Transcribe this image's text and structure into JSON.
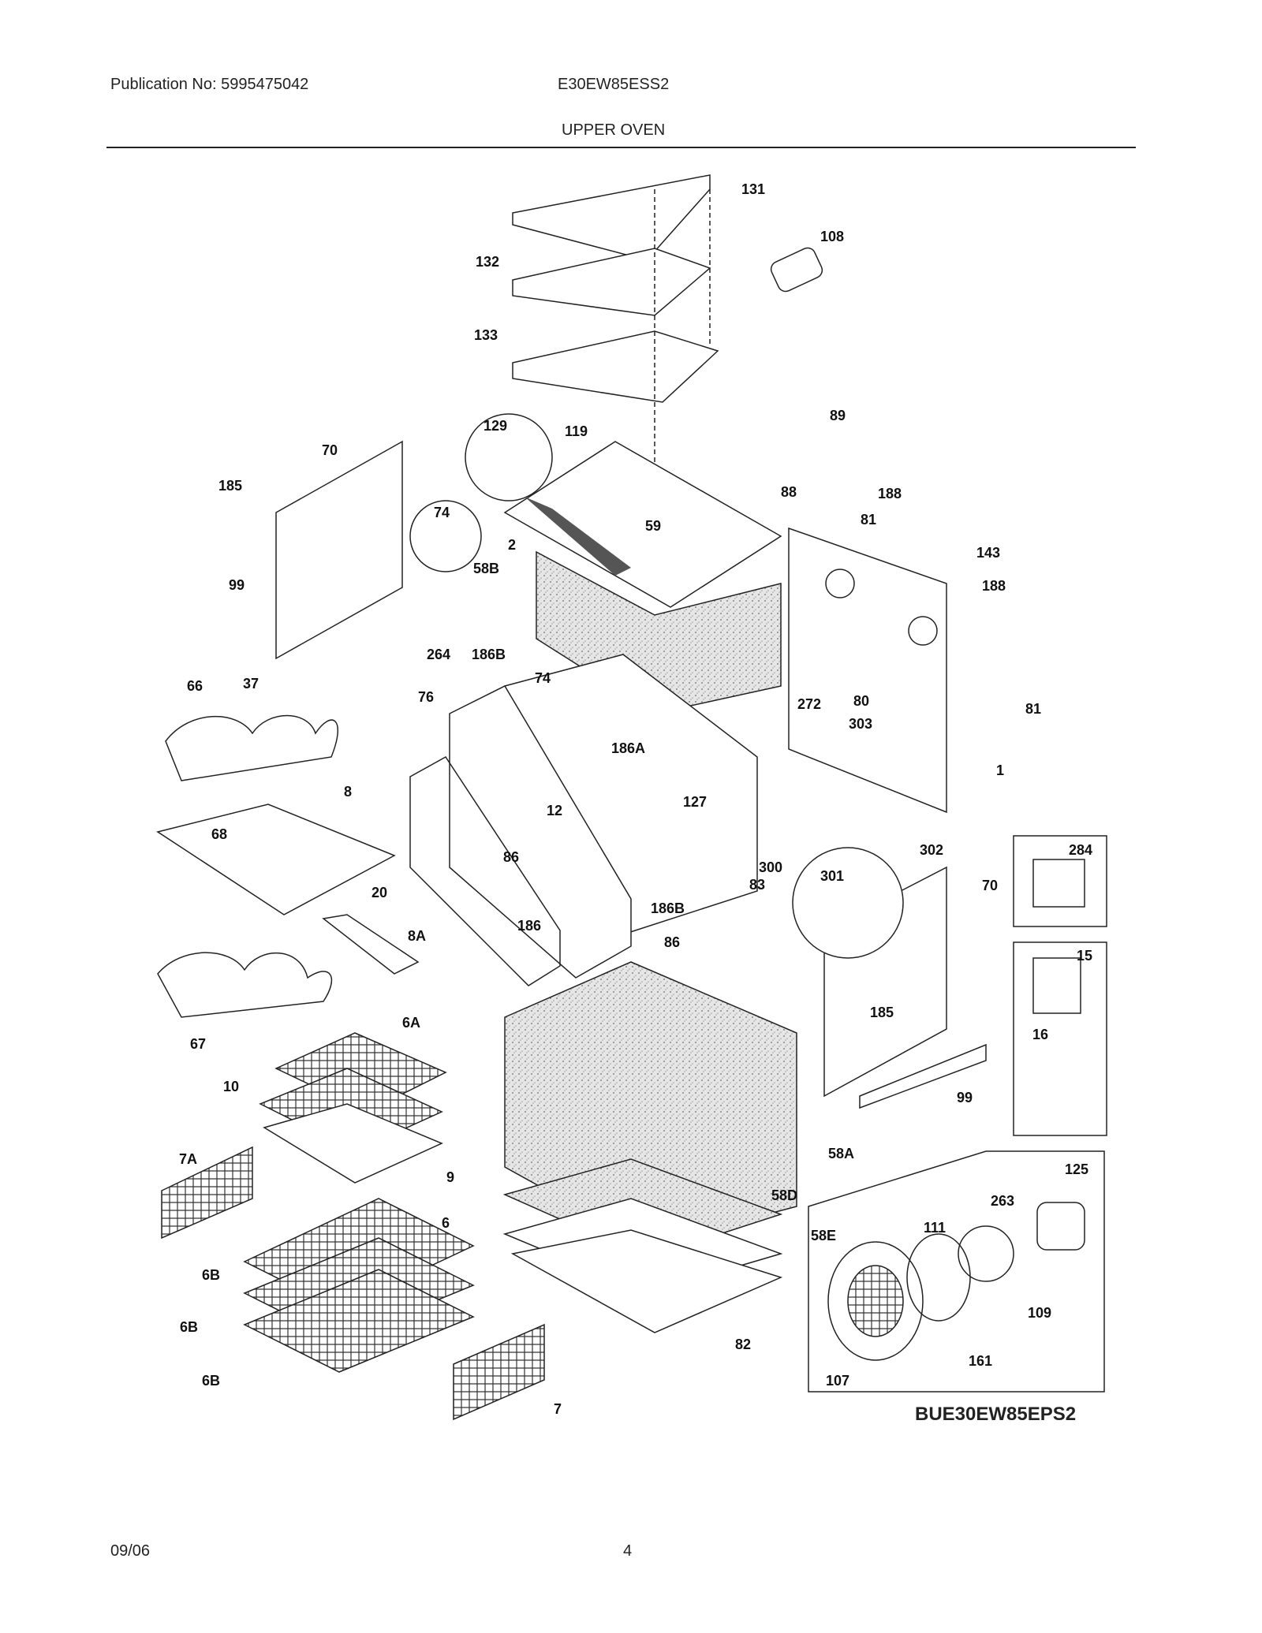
{
  "header": {
    "publication": "Publication No: 5995475042",
    "model": "E30EW85ESS2",
    "section_title": "UPPER OVEN"
  },
  "diagram_code": "BUE30EW85EPS2",
  "footer": {
    "date": "09/06",
    "page_number": "4"
  },
  "callouts": {
    "c131": "131",
    "c108": "108",
    "c132": "132",
    "c133": "133",
    "c129": "129",
    "c119": "119",
    "c89": "89",
    "c70a": "70",
    "c185a": "185",
    "c74a": "74",
    "c88": "88",
    "c188a": "188",
    "c59": "59",
    "c81a": "81",
    "c2": "2",
    "c143": "143",
    "c58B": "58B",
    "c188b": "188",
    "c99a": "99",
    "c264": "264",
    "c186Ba": "186B",
    "c74b": "74",
    "c66": "66",
    "c37": "37",
    "c76": "76",
    "c81b": "81",
    "c272": "272",
    "c80": "80",
    "c1": "1",
    "c186A": "186A",
    "c303": "303",
    "c8": "8",
    "c127": "127",
    "c12": "12",
    "c302": "302",
    "c68": "68",
    "c86a": "86",
    "c300": "300",
    "c301": "301",
    "c284": "284",
    "c83": "83",
    "c70b": "70",
    "c20": "20",
    "c186Bb": "186B",
    "c186": "186",
    "c86b": "86",
    "c15": "15",
    "c8A": "8A",
    "c185b": "185",
    "c16": "16",
    "c6A": "6A",
    "c67": "67",
    "c10": "10",
    "c99b": "99",
    "c9": "9",
    "c58A": "58A",
    "c7A": "7A",
    "c125": "125",
    "c58D": "58D",
    "c263": "263",
    "c6": "6",
    "c58E": "58E",
    "c111": "111",
    "c6Ba": "6B",
    "c109": "109",
    "c6Bb": "6B",
    "c82": "82",
    "c161": "161",
    "c107": "107",
    "c6Bc": "6B",
    "c7": "7"
  }
}
